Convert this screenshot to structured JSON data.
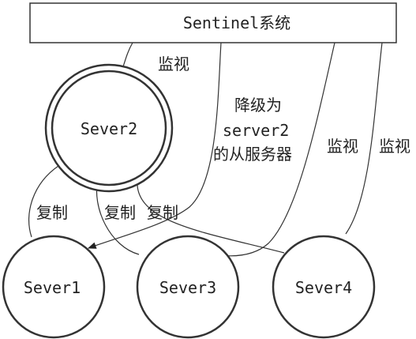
{
  "sentinel": {
    "label": "Sentinel系统"
  },
  "nodes": {
    "sever2": "Sever2",
    "sever1": "Sever1",
    "sever3": "Sever3",
    "sever4": "Sever4"
  },
  "edges": {
    "monitor_sever2": "监视",
    "demote_line1": "降级为",
    "demote_line2": "server2",
    "demote_line3": "的从服务器",
    "monitor_sever3": "监视",
    "monitor_sever4": "监视",
    "replicate_sever1": "复制",
    "replicate_sever3": "复制",
    "replicate_sever4": "复制"
  }
}
